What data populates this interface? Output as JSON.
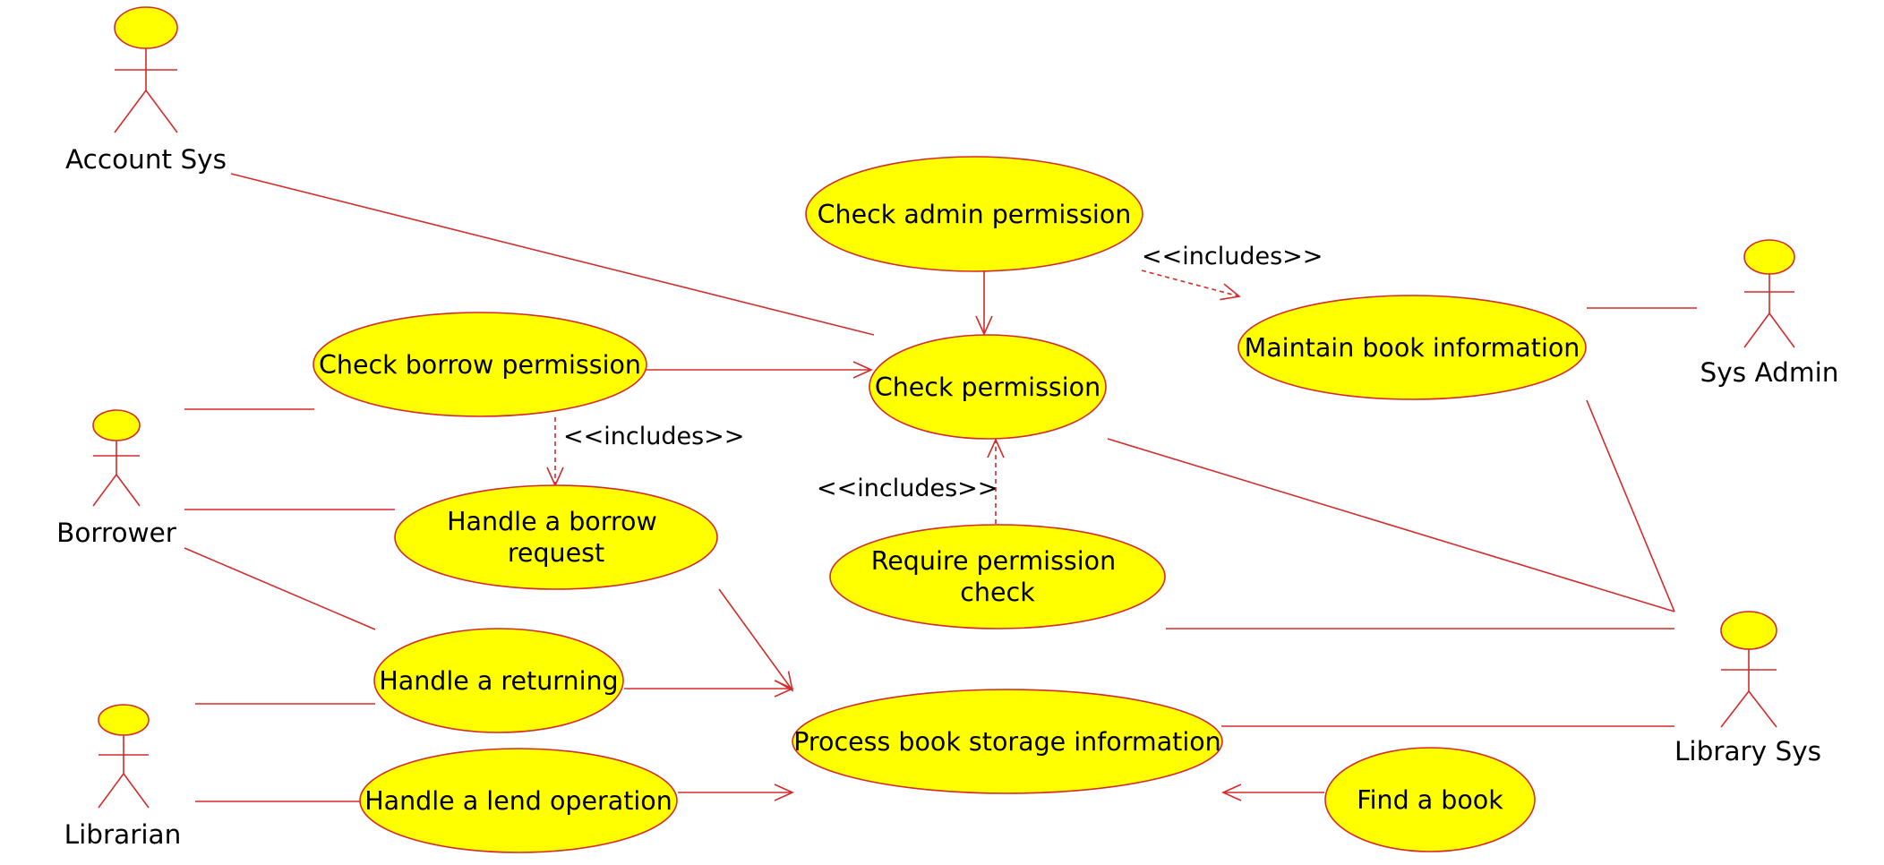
{
  "colors": {
    "use_case_fill": "#ffff00",
    "stroke": "#d42b2b",
    "text": "#000000",
    "background": "#ffffff"
  },
  "actors": {
    "account_sys": "Account Sys",
    "borrower": "Borrower",
    "librarian": "Librarian",
    "sys_admin": "Sys Admin",
    "library_sys": "Library Sys"
  },
  "use_cases": {
    "check_admin_permission": [
      "Check admin permission"
    ],
    "check_borrow_permission": [
      "Check borrow permission"
    ],
    "check_permission": [
      "Check permission"
    ],
    "maintain_book_information": [
      "Maintain book information"
    ],
    "handle_borrow_request": [
      "Handle a borrow",
      "request"
    ],
    "require_permission_check": [
      "Require permission",
      "check"
    ],
    "handle_returning": [
      "Handle a returning"
    ],
    "handle_lend_operation": [
      "Handle a lend operation"
    ],
    "process_book_storage_information": [
      "Process book storage information"
    ],
    "find_a_book": [
      "Find a book"
    ]
  },
  "stereotypes": {
    "includes": "<<includes>>"
  }
}
